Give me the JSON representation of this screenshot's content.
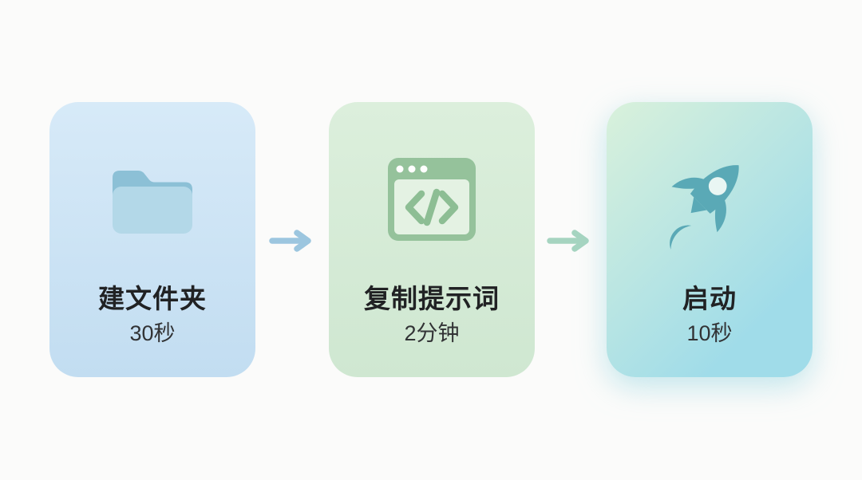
{
  "page": {
    "background": "#fbfbfa"
  },
  "flow": {
    "steps": [
      {
        "id": "create-folder",
        "title": "建文件夹",
        "duration": "30秒",
        "icon": "folder-icon"
      },
      {
        "id": "copy-prompt",
        "title": "复制提示词",
        "duration": "2分钟",
        "icon": "code-window-icon"
      },
      {
        "id": "launch",
        "title": "启动",
        "duration": "10秒",
        "icon": "rocket-icon"
      }
    ],
    "connectors": [
      {
        "icon": "arrow-right-icon"
      },
      {
        "icon": "arrow-right-icon"
      }
    ]
  },
  "colors": {
    "page_bg": "#fbfbfa",
    "card1_bg_top": "#d7eaf8",
    "card1_bg_bottom": "#c2ddf1",
    "folder_back": "#8cc0d6",
    "folder_front": "#b3d8e8",
    "arrow1": "#9cc6df",
    "card2_bg_top": "#dcefdc",
    "card2_bg_bottom": "#cfe7d1",
    "browser_frame": "#95c29b",
    "browser_inner": "#e4f2e3",
    "code_glyph": "#8dbe94",
    "arrow2": "#a6d4c0",
    "card3_bg_start": "#d9f1db",
    "card3_bg_end": "#a0dce9",
    "card3_glow": "rgba(158,216,226,0.6)",
    "rocket_body": "#5aa9b6",
    "rocket_window": "#e9f6f3",
    "title_text": "#212224",
    "duration_text": "#323335"
  }
}
